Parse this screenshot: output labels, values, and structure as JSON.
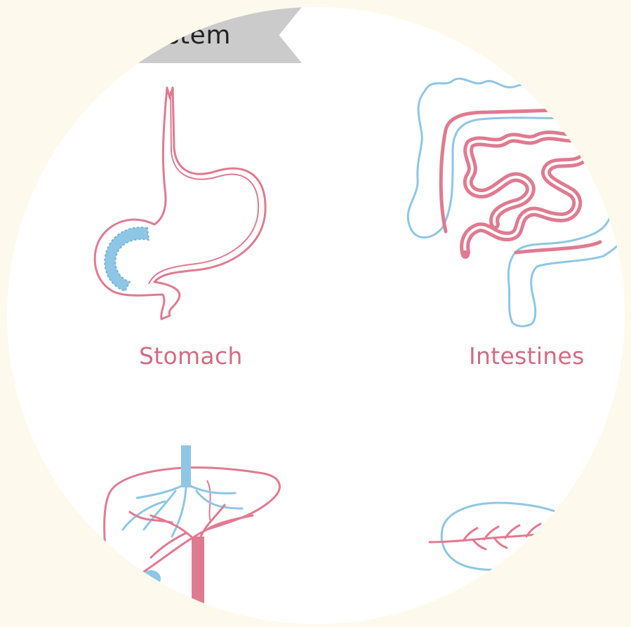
{
  "banner": {
    "title": "ystem"
  },
  "organs": [
    {
      "label": "Stomach",
      "icon": "stomach-icon"
    },
    {
      "label": "Intestines",
      "icon": "intestines-icon"
    },
    {
      "label": "",
      "icon": "liver-icon"
    },
    {
      "label": "",
      "icon": "pancreas-icon"
    }
  ],
  "colors": {
    "background": "#fdf9ec",
    "disc": "#ffffff",
    "pink": "#e07a90",
    "blue": "#8ec6e6",
    "label": "#d26b82",
    "banner": "#cbcbcb"
  }
}
